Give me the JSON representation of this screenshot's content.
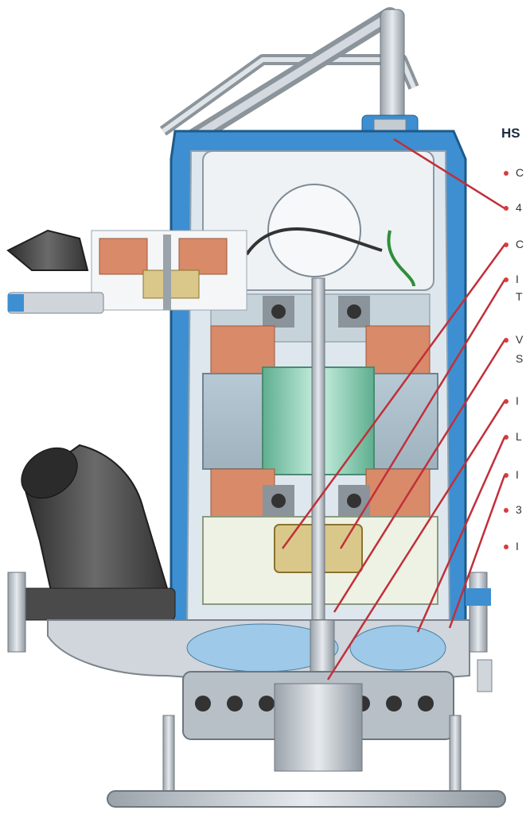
{
  "diagram": {
    "title": "HS",
    "callout_labels": [
      {
        "id": "c1",
        "text": "C"
      },
      {
        "id": "c2",
        "text": "4"
      },
      {
        "id": "c3",
        "text": "C"
      },
      {
        "id": "c4",
        "text": "I"
      },
      {
        "id": "c4b",
        "text": "T"
      },
      {
        "id": "c5",
        "text": "V"
      },
      {
        "id": "c5b",
        "text": "S"
      },
      {
        "id": "c6",
        "text": "I"
      },
      {
        "id": "c7",
        "text": "L"
      },
      {
        "id": "c8",
        "text": "I"
      },
      {
        "id": "c9",
        "text": "3"
      },
      {
        "id": "c10",
        "text": "I"
      }
    ],
    "colors": {
      "accent_blue": "#3d8fd1",
      "callout_line": "#c0303a",
      "bullet": "#d93c3c",
      "steel": "#b9c0c7",
      "dark_rubber": "#4a4a4a",
      "winding_copper": "#d98a68",
      "rotor_green": "#9fd8c0",
      "seal_brass": "#d9c88a"
    }
  }
}
